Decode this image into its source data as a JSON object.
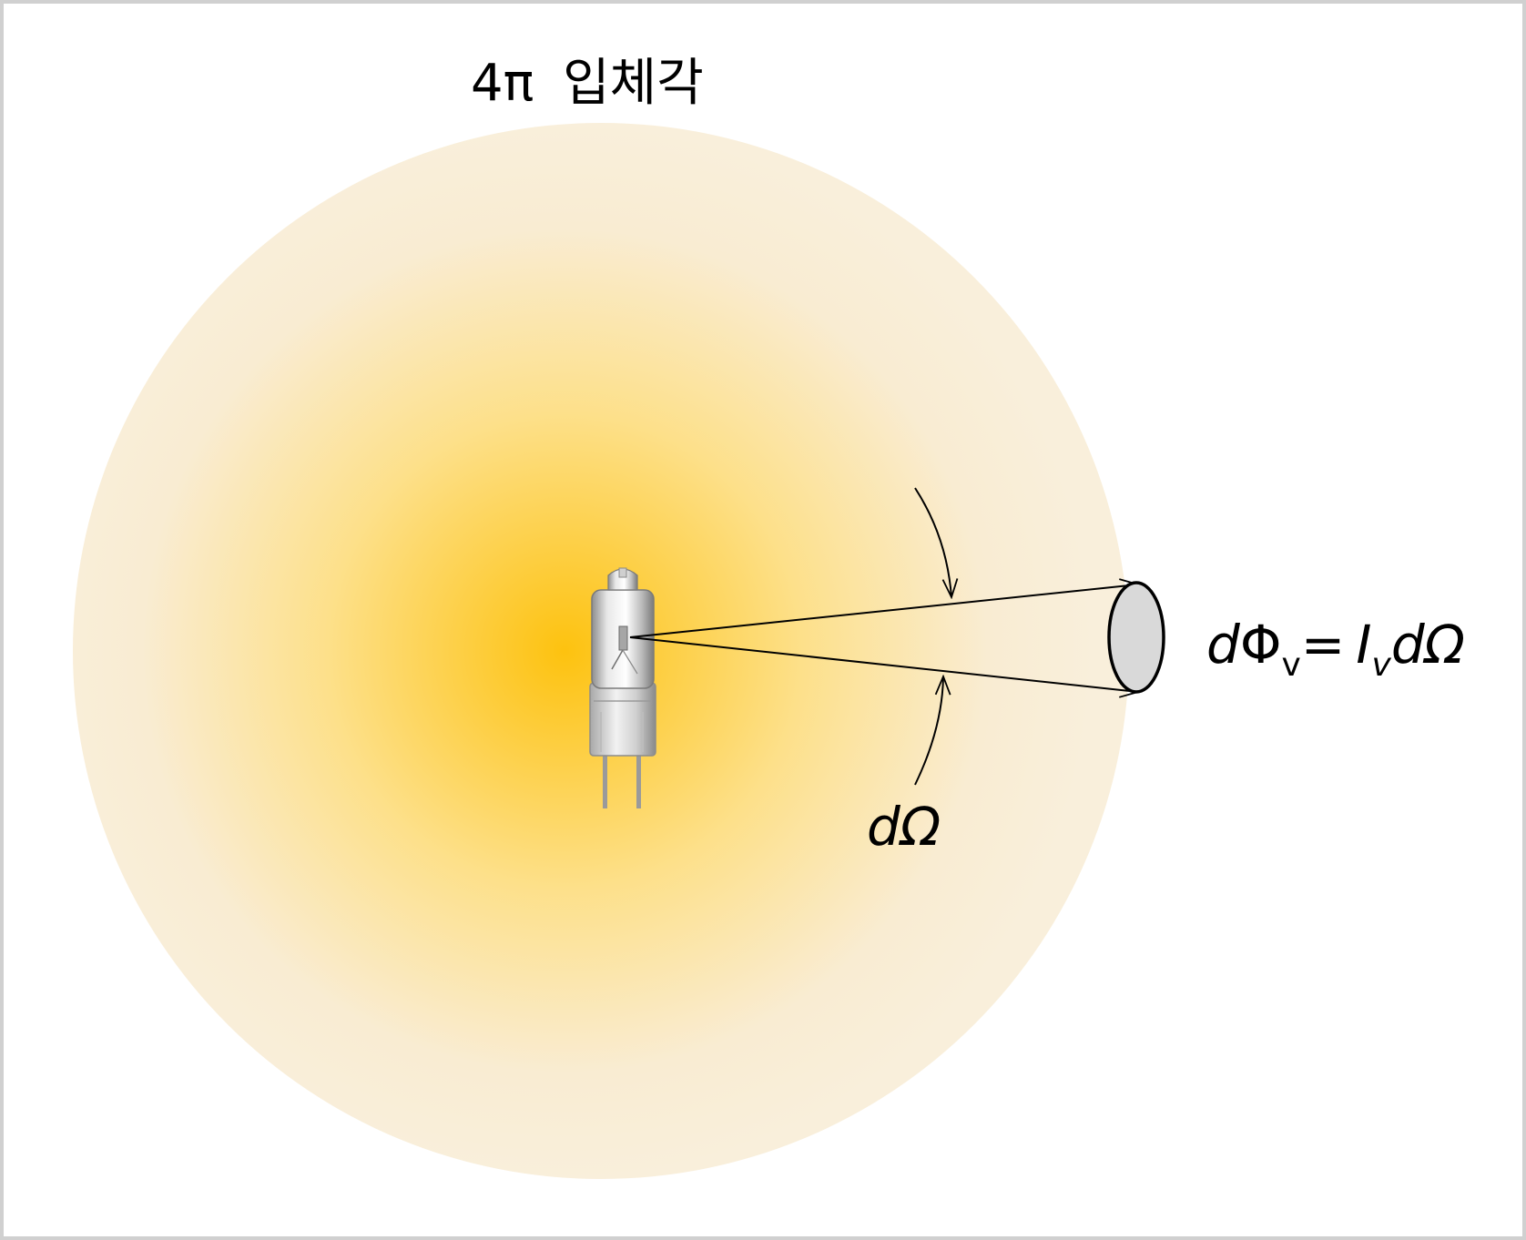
{
  "title": {
    "prefix": "4π",
    "korean": "입체각"
  },
  "solid_angle_label": "dΩ",
  "equation": {
    "d1": "d",
    "phi": "Φ",
    "sub_v1": "v",
    "equals": "=",
    "I": "I",
    "sub_v2": "v",
    "d2": "d",
    "omega": "Ω"
  },
  "colors": {
    "glow_center": "#fdc20f",
    "glow_mid": "#fde08a",
    "glow_edge": "#f9efdb",
    "patch_fill": "#d9d9d9",
    "frame": "#d0d0d0",
    "ink": "#000000"
  }
}
